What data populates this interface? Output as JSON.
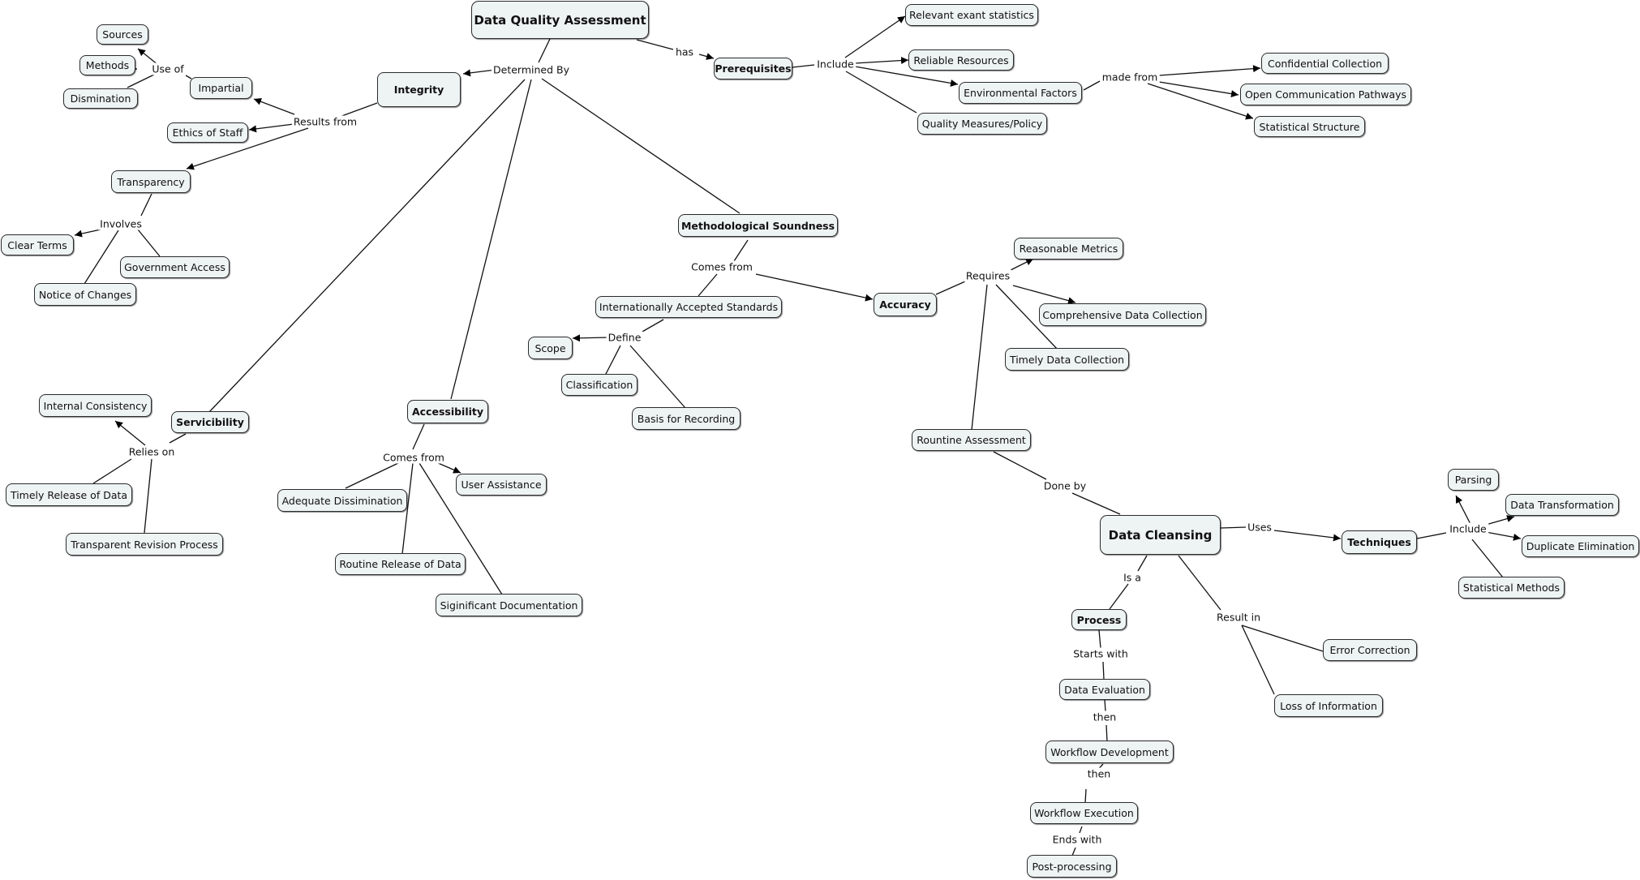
{
  "nodes": {
    "dqa": "Data Quality Assessment",
    "integrity": "Integrity",
    "prerequisites": "Prerequisites",
    "sources": "Sources",
    "methods": "Methods",
    "dismination": "Dismination",
    "impartial": "Impartial",
    "ethics": "Ethics of Staff",
    "transparency": "Transparency",
    "clear_terms": "Clear Terms",
    "gov_access": "Government Access",
    "notice": "Notice of Changes",
    "relevant": "Relevant exant statistics",
    "reliable": "Reliable Resources",
    "env": "Environmental Factors",
    "quality_measures": "Quality Measures/Policy",
    "confidential": "Confidential Collection",
    "open_comm": "Open Communication Pathways",
    "stat_structure": "Statistical Structure",
    "meth_sound": "Methodological Soundness",
    "intl_standards": "Internationally Accepted Standards",
    "accuracy": "Accuracy",
    "scope": "Scope",
    "classification": "Classification",
    "basis": "Basis for Recording",
    "reasonable": "Reasonable Metrics",
    "comprehensive": "Comprehensive Data Collection",
    "timely_collection": "Timely Data Collection",
    "routine_assessment": "Rountine Assessment",
    "servicibility": "Servicibility",
    "internal": "Internal Consistency",
    "timely_release": "Timely Release of Data",
    "transparent_revision": "Transparent Revision Process",
    "accessibility": "Accessibility",
    "adequate": "Adequate Dissimination",
    "user_assist": "User Assistance",
    "routine_release": "Routine Release of Data",
    "significant_doc": "Siginificant Documentation",
    "data_cleansing": "Data Cleansing",
    "techniques": "Techniques",
    "parsing": "Parsing",
    "data_transform": "Data Transformation",
    "duplicate": "Duplicate Elimination",
    "stat_methods": "Statistical Methods",
    "process": "Process",
    "error_correction": "Error Correction",
    "loss_info": "Loss of Information",
    "data_eval": "Data Evaluation",
    "workflow_dev": "Workflow Development",
    "workflow_exec": "Workflow Execution",
    "post_processing": "Post-processing"
  },
  "links": {
    "determined_by": "Determined By",
    "has": "has",
    "include_prereq": "Include",
    "made_from": "made from",
    "use_of": "Use of",
    "results_from": "Results from",
    "involves": "Involves",
    "comes_from_meth": "Comes from",
    "define": "Define",
    "requires": "Requires",
    "relies_on": "Relies on",
    "comes_from_access": "Comes from",
    "done_by": "Done by",
    "uses": "Uses",
    "include_tech": "Include",
    "is_a": "Is a",
    "result_in": "Result in",
    "starts_with": "Starts with",
    "then_1": "then",
    "then_2": "then",
    "ends_with": "Ends with"
  }
}
